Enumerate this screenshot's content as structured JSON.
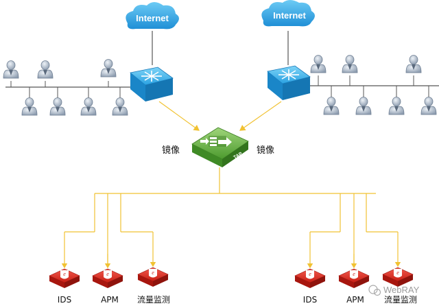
{
  "clouds": [
    {
      "id": "left",
      "label": "Internet"
    },
    {
      "id": "right",
      "label": "Internet"
    }
  ],
  "tap": {
    "label": "TAP",
    "mirror_left": "镜像",
    "mirror_right": "镜像"
  },
  "devices": {
    "left": [
      {
        "label": "IDS"
      },
      {
        "label": "APM"
      },
      {
        "label": "流量监测"
      }
    ],
    "right": [
      {
        "label": "IDS"
      },
      {
        "label": "APM"
      },
      {
        "label": "流量监测"
      }
    ]
  },
  "watermark": {
    "text": "WebRAY"
  },
  "colors": {
    "cloud": "#35a6e3",
    "switch_top": "#3ab3ea",
    "switch_side": "#1a7fc4",
    "tap_green": "#5aaa3a",
    "link_yellow": "#f1c232",
    "device_red": "#d9261c",
    "lan_line": "#555555"
  }
}
